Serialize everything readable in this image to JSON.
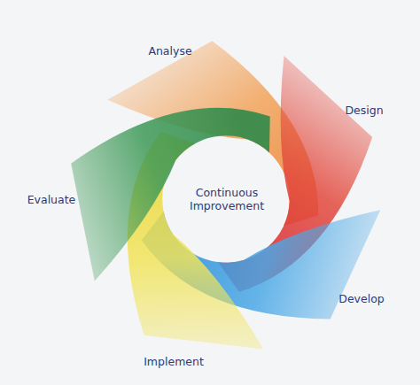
{
  "diagram": {
    "labels": [
      "Analyse",
      "Design",
      "Evaluate",
      "Continuous Improvement",
      "Develop",
      "Implement"
    ]
  }
}
